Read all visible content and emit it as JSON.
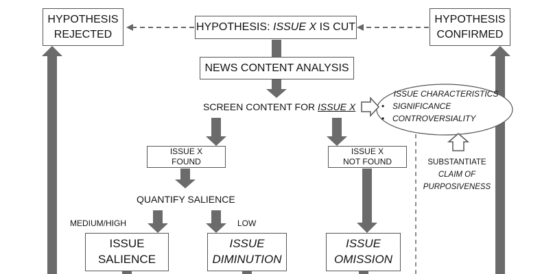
{
  "nodes": {
    "hypothesis_rejected": [
      "HYPOTHESIS",
      "REJECTED"
    ],
    "hypothesis_cut_prefix": "HYPOTHESIS: ",
    "hypothesis_cut_issue": "ISSUE X",
    "hypothesis_cut_suffix": " IS CUT",
    "hypothesis_confirmed": [
      "HYPOTHESIS",
      "CONFIRMED"
    ],
    "news_content_analysis": "NEWS CONTENT ANALYSIS",
    "screen_prefix": "SCREEN CONTENT FOR ",
    "screen_issue": "ISSUE X",
    "issue_found": [
      "ISSUE X",
      "FOUND"
    ],
    "issue_not_found": [
      "ISSUE X",
      "NOT FOUND"
    ],
    "quantify_salience": "QUANTIFY SALIENCE",
    "medium_high": "MEDIUM/HIGH",
    "low": "LOW",
    "issue_salience": [
      "ISSUE",
      "SALIENCE"
    ],
    "issue_diminution": [
      "ISSUE",
      "DIMINUTION"
    ],
    "issue_omission": [
      "ISSUE",
      "OMISSION"
    ]
  },
  "characteristics": {
    "title": "ISSUE CHARACTERISTICS",
    "items": [
      "SIGNIFICANCE",
      "CONTROVERSIALITY"
    ]
  },
  "substantiate": {
    "line1": "SUBSTANTIATE",
    "line2": "CLAIM OF",
    "line3": "PURPOSIVENESS"
  },
  "colors": {
    "arrow_fill": "#6b6b6b",
    "box_border": "#555555",
    "dashed": "#666666"
  }
}
